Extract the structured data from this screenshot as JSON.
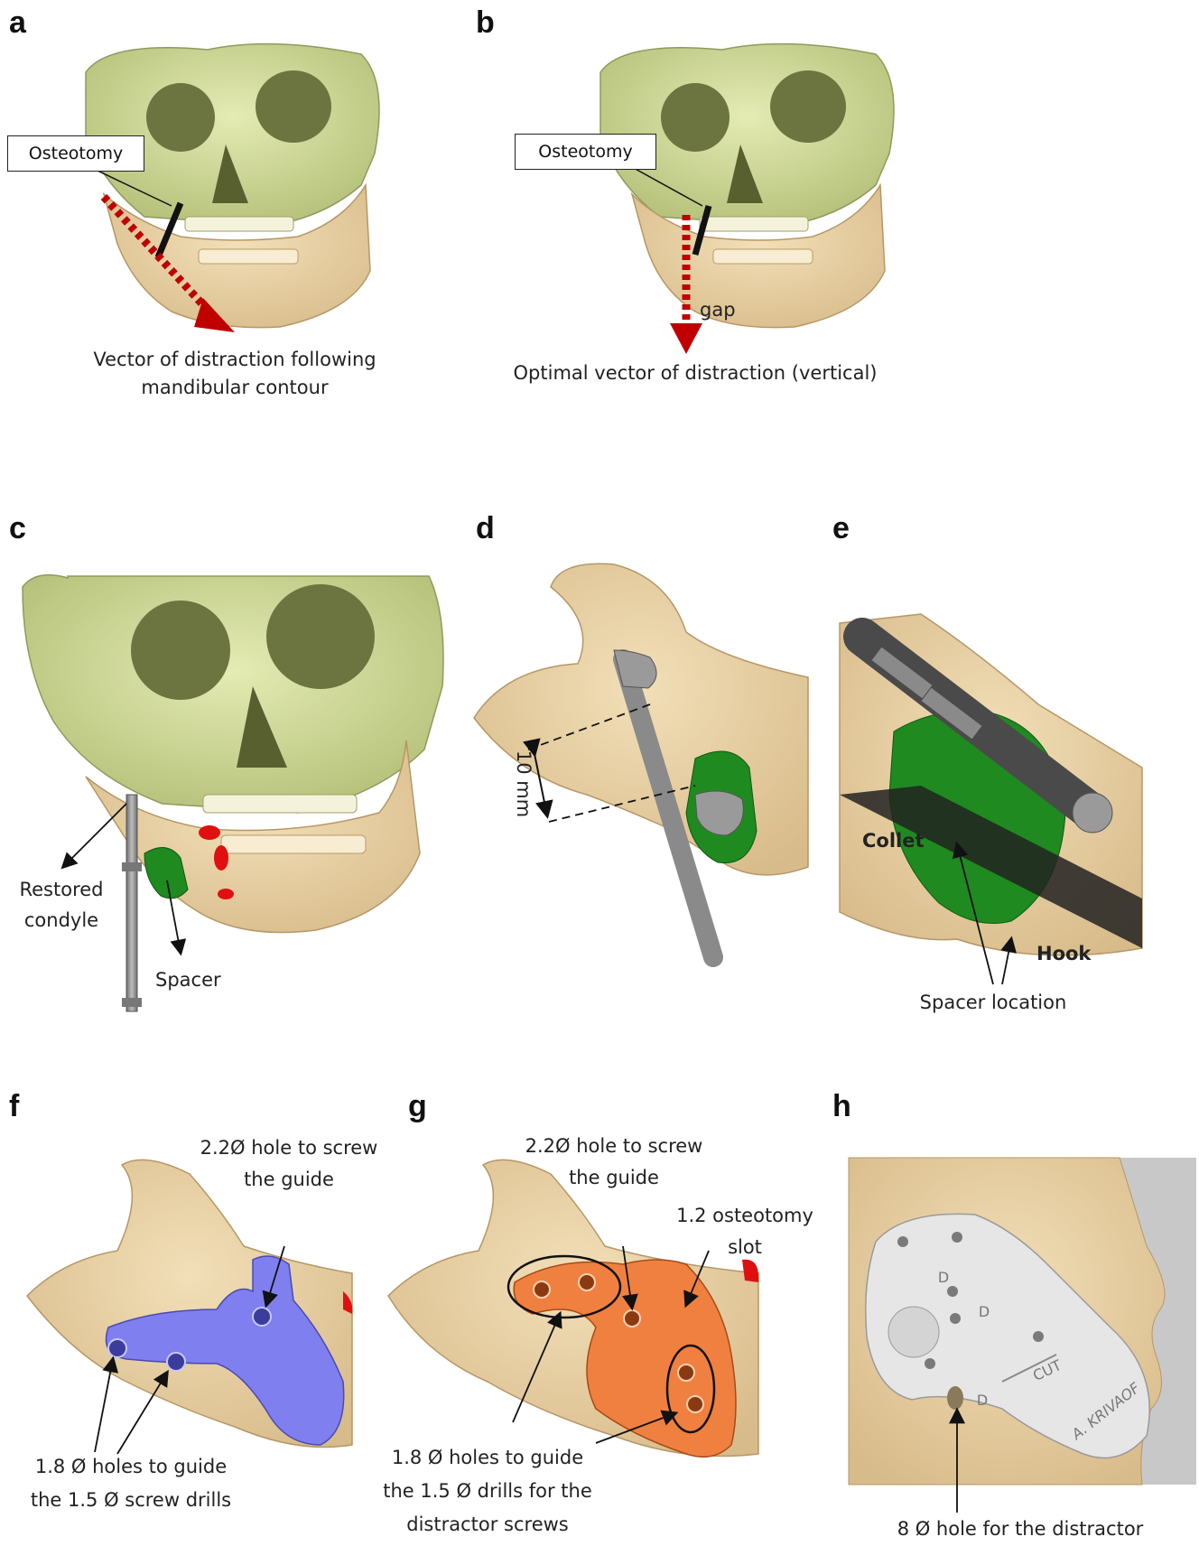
{
  "panels": {
    "a": {
      "letter": "a",
      "box": "Osteotomy",
      "caption_line1": "Vector of distraction following",
      "caption_line2": "mandibular contour"
    },
    "b": {
      "letter": "b",
      "box": "Osteotomy",
      "gap": "gap",
      "caption": "Optimal vector of distraction (vertical)"
    },
    "c": {
      "letter": "c",
      "restored_line1": "Restored",
      "restored_line2": "condyle",
      "spacer": "Spacer"
    },
    "d": {
      "letter": "d",
      "measure": "10 mm"
    },
    "e": {
      "letter": "e",
      "collet": "Collet",
      "hook": "Hook",
      "spacer_location": "Spacer location"
    },
    "f": {
      "letter": "f",
      "top_line1": "2.2Ø hole to screw",
      "top_line2": "the guide",
      "bottom_line1": "1.8 Ø holes to guide",
      "bottom_line2": "the 1.5 Ø screw drills"
    },
    "g": {
      "letter": "g",
      "top_line1": "2.2Ø hole to screw",
      "top_line2": "the guide",
      "slot_line1": "1.2 osteotomy",
      "slot_line2": "slot",
      "bottom_line1": "1.8 Ø holes to guide",
      "bottom_line2": "the 1.5 Ø drills for the",
      "bottom_line3": "distractor screws"
    },
    "h": {
      "letter": "h",
      "caption": "8 Ø hole for the distractor",
      "engraving_d": "D",
      "engraving_cut": "CUT",
      "engraving_name": "A. KRIVAOF"
    }
  },
  "colors": {
    "skull": "#d6dea0",
    "mandible": "#ecd6ac",
    "distraction_arrow": "#c00000",
    "spacer": "#1f8a1f",
    "distractor": "#8a8a8a",
    "guide_f": "#7f7ff0",
    "guide_g": "#f08040",
    "guide_h": "#e6e6e6"
  }
}
